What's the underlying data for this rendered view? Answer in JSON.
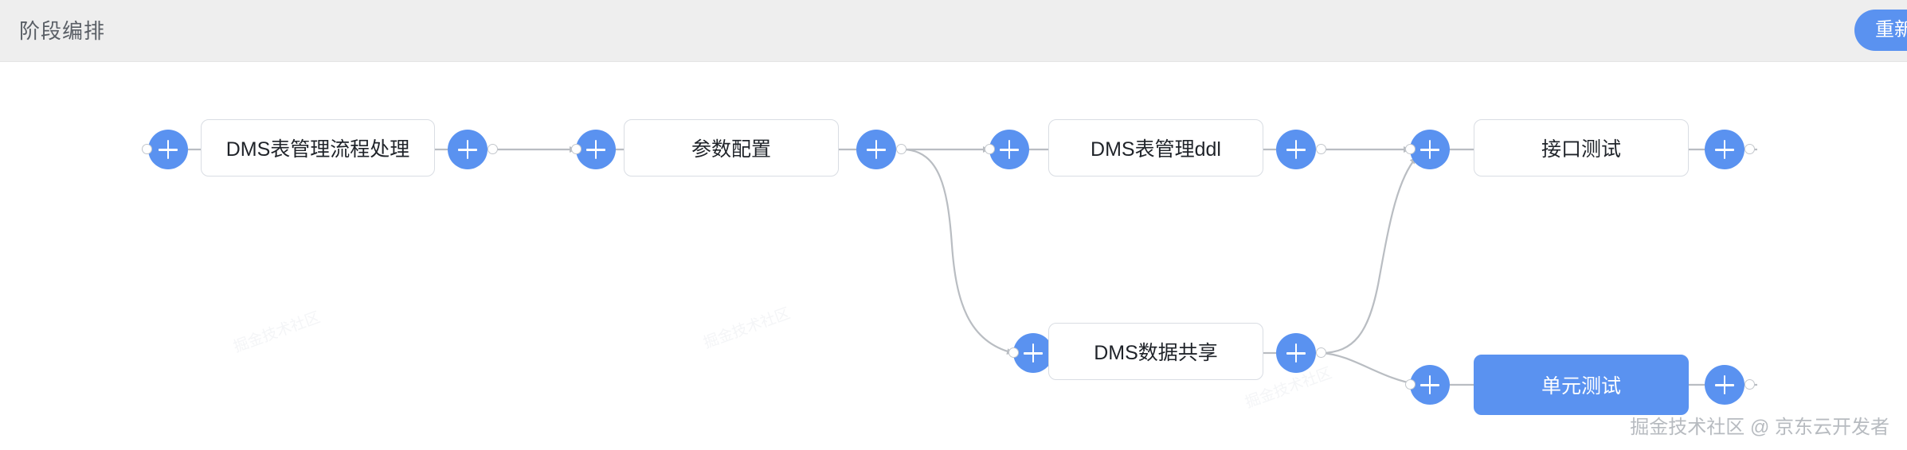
{
  "header": {
    "title": "阶段编排",
    "action_button": {
      "label": "重新编排",
      "color": "#5a92f0"
    }
  },
  "canvas": {
    "background": "#ffffff",
    "node_border_color": "#d9dde3",
    "selected_node_color": "#5a92f0",
    "plus_color": "#5a92f0",
    "edge_color": "#b9bdc2",
    "watermark_text": "掘金技术社区",
    "credit": "掘金技术社区 @ 京东云开发者"
  },
  "nodes": [
    {
      "id": "n1",
      "label": "DMS表管理流程处理",
      "selected": false
    },
    {
      "id": "n2",
      "label": "参数配置",
      "selected": false
    },
    {
      "id": "n3",
      "label": "DMS表管理ddl",
      "selected": false
    },
    {
      "id": "n4",
      "label": "接口测试",
      "selected": false
    },
    {
      "id": "n5",
      "label": "DMS数据共享",
      "selected": false
    },
    {
      "id": "n6",
      "label": "单元测试",
      "selected": true
    }
  ],
  "add_buttons": [
    {
      "id": "p1",
      "label": "+"
    },
    {
      "id": "p2",
      "label": "+"
    },
    {
      "id": "p3",
      "label": "+"
    },
    {
      "id": "p4",
      "label": "+"
    },
    {
      "id": "p5",
      "label": "+"
    },
    {
      "id": "p6",
      "label": "+"
    },
    {
      "id": "p7",
      "label": "+"
    },
    {
      "id": "p8",
      "label": "+"
    },
    {
      "id": "p9",
      "label": "+"
    },
    {
      "id": "p10",
      "label": "+"
    },
    {
      "id": "p11",
      "label": "+"
    }
  ]
}
